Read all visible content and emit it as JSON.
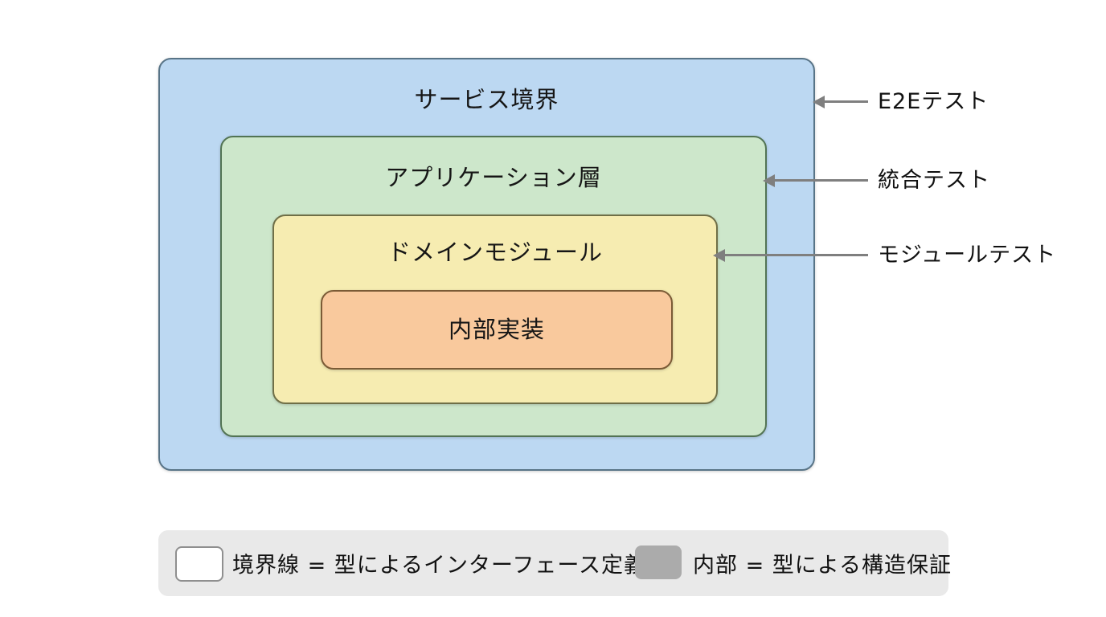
{
  "diagram": {
    "layers": [
      {
        "label": "サービス境界",
        "fill": "#BCD8F2",
        "border": "#587487"
      },
      {
        "label": "アプリケーション層",
        "fill": "#CDE7CB",
        "border": "#527454"
      },
      {
        "label": "ドメインモジュール",
        "fill": "#F6ECB1",
        "border": "#6F6F47"
      },
      {
        "label": "内部実装",
        "fill": "#F9C99D",
        "border": "#7B5B36"
      }
    ],
    "annotations": [
      {
        "label": "E2Eテスト",
        "target": "サービス境界"
      },
      {
        "label": "統合テスト",
        "target": "アプリケーション層"
      },
      {
        "label": "モジュールテスト",
        "target": "ドメインモジュール"
      }
    ],
    "arrow_color": "#7f7f7f"
  },
  "legend": {
    "background": "#E9E9E9",
    "items": [
      {
        "label": "境界線 = 型によるインターフェース定義",
        "swatch": "outline",
        "swatch_fill": "#ffffff",
        "swatch_border": "#8f8f8f"
      },
      {
        "label": "内部 = 型による構造保証",
        "swatch": "filled",
        "swatch_fill": "#ABABAB"
      }
    ]
  }
}
